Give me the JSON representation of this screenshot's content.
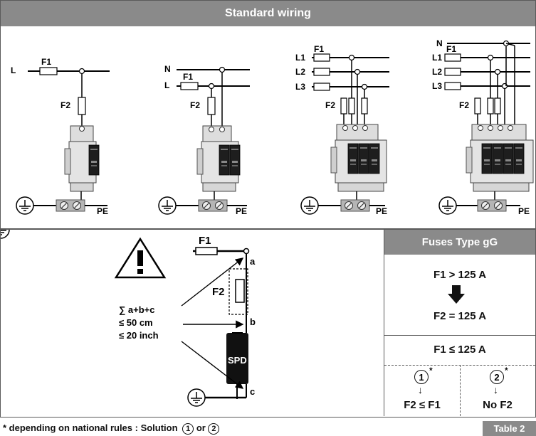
{
  "header": {
    "title": "Standard wiring"
  },
  "wiring": {
    "line_labels": {
      "l": "L",
      "n": "N",
      "l1": "L1",
      "l2": "L2",
      "l3": "L3"
    },
    "f1_label": "F1",
    "f2_label": "F2",
    "pe_label": "PE",
    "diagrams": [
      "1-pole",
      "2-pole",
      "3-pole",
      "4-pole"
    ]
  },
  "detail": {
    "f1_label": "F1",
    "f2_label": "F2",
    "seg_a": "a",
    "seg_b": "b",
    "seg_c": "c",
    "sum_text": "∑ a+b+c",
    "limit_cm": "≤ 50 cm",
    "limit_inch": "≤ 20 inch",
    "spd_label": "SPD"
  },
  "fuses": {
    "title": "Fuses Type gG",
    "rule1_top": "F1 > 125 A",
    "rule1_bottom": "F2 = 125 A",
    "rule2": "F1 ≤ 125 A",
    "solution1_num": "1",
    "solution1_text": "F2 ≤ F1",
    "solution2_num": "2",
    "solution2_text": "No F2",
    "asterisk": "*"
  },
  "footer": {
    "note_prefix": "* depending on national rules : Solution",
    "note_or": "or",
    "num1": "1",
    "num2": "2",
    "table_tag": "Table 2"
  }
}
